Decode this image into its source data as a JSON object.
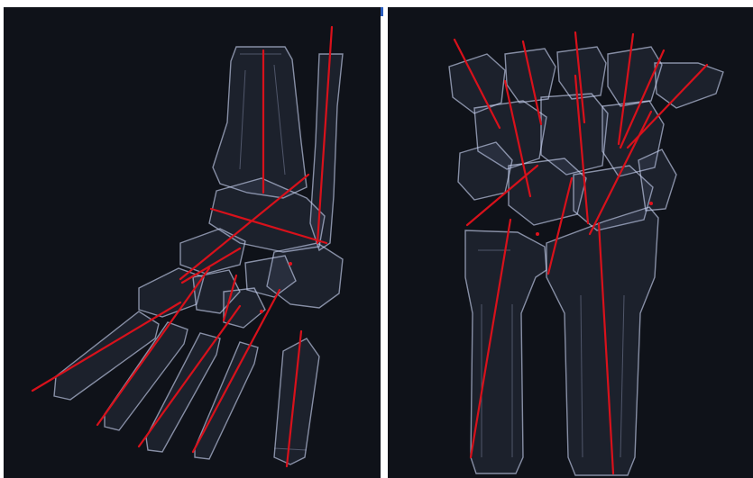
{
  "figure": {
    "panels": [
      {
        "id": "foot",
        "view": "ankle-and-foot-bone-mesh"
      },
      {
        "id": "wrist",
        "view": "wrist-and-forearm-bone-mesh"
      }
    ],
    "colors": {
      "background": "#0f1219",
      "bone_outline": "#cdd7f5",
      "axis_line": "#d8111b",
      "page": "#ffffff"
    }
  }
}
